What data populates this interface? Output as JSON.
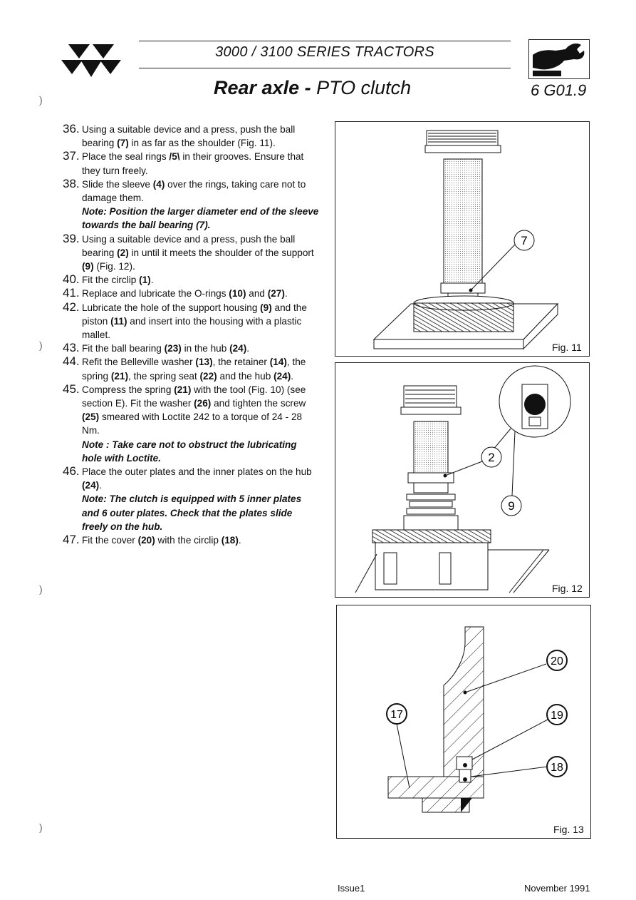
{
  "header": {
    "series": "3000 / 3100 SERIES  TRACTORS",
    "title_bold": "Rear axle - ",
    "title_rest": "PTO clutch",
    "code": "6 G01.9"
  },
  "steps": [
    {
      "num": "36.",
      "parts": [
        [
          "t",
          "Using a suitable device and a press, push the ball bearing "
        ],
        [
          "b",
          "(7)"
        ],
        [
          "t",
          " in as far as the shoulder (Fig. 11)."
        ]
      ]
    },
    {
      "num": "37.",
      "parts": [
        [
          "t",
          "Place the seal rings "
        ],
        [
          "b",
          "/5\\"
        ],
        [
          "t",
          " in their grooves. Ensure that they turn freely."
        ]
      ]
    },
    {
      "num": "38.",
      "parts": [
        [
          "t",
          "Slide the sleeve "
        ],
        [
          "b",
          "(4)"
        ],
        [
          "t",
          " over the rings, taking care not to damage them."
        ]
      ],
      "note": "Note: Position the larger diameter end of the sleeve towards the ball bearing (7)."
    },
    {
      "num": "39.",
      "parts": [
        [
          "t",
          "Using a suitable device and a press, push the ball bearing "
        ],
        [
          "b",
          "(2)"
        ],
        [
          "t",
          " in until it meets the shoulder of the support "
        ],
        [
          "b",
          "(9)"
        ],
        [
          "t",
          " (Fig. 12)."
        ]
      ]
    },
    {
      "num": "40.",
      "parts": [
        [
          "t",
          "Fit the circlip "
        ],
        [
          "b",
          "(1)"
        ],
        [
          "t",
          "."
        ]
      ]
    },
    {
      "num": "41.",
      "parts": [
        [
          "t",
          "Replace and lubricate the O-rings "
        ],
        [
          "b",
          "(10)"
        ],
        [
          "t",
          " and "
        ],
        [
          "b",
          "(27)"
        ],
        [
          "t",
          "."
        ]
      ]
    },
    {
      "num": "42.",
      "parts": [
        [
          "t",
          "Lubricate the hole of the support housing "
        ],
        [
          "b",
          "(9)"
        ],
        [
          "t",
          " and the piston "
        ],
        [
          "b",
          "(11)"
        ],
        [
          "t",
          " and insert into the housing with a plastic mallet."
        ]
      ]
    },
    {
      "num": "43.",
      "parts": [
        [
          "t",
          "Fit the ball bearing "
        ],
        [
          "b",
          "(23)"
        ],
        [
          "t",
          " in the hub "
        ],
        [
          "b",
          "(24)"
        ],
        [
          "t",
          "."
        ]
      ]
    },
    {
      "num": "44.",
      "parts": [
        [
          "t",
          "Refit the Belleville washer "
        ],
        [
          "b",
          "(13)"
        ],
        [
          "t",
          ", the retainer "
        ],
        [
          "b",
          "(14)"
        ],
        [
          "t",
          ", the spring "
        ],
        [
          "b",
          "(21)"
        ],
        [
          "t",
          ", the spring seat "
        ],
        [
          "b",
          "(22)"
        ],
        [
          "t",
          " and the hub "
        ],
        [
          "b",
          "(24)"
        ],
        [
          "t",
          "."
        ]
      ]
    },
    {
      "num": "45.",
      "parts": [
        [
          "t",
          "Compress the spring "
        ],
        [
          "b",
          "(21)"
        ],
        [
          "t",
          " with the tool (Fig. 10) (see section E). Fit the washer "
        ],
        [
          "b",
          "(26)"
        ],
        [
          "t",
          " and tighten the screw "
        ],
        [
          "b",
          "(25)"
        ],
        [
          "t",
          " smeared with Loctite 242 to a torque of 24 - 28 Nm."
        ]
      ],
      "note": "Note : Take care not to obstruct the lubricating hole with Loctite."
    },
    {
      "num": "46.",
      "parts": [
        [
          "t",
          "Place the outer plates and the inner plates on the hub "
        ],
        [
          "b",
          "(24)"
        ],
        [
          "t",
          "."
        ]
      ],
      "note": "Note: The clutch is equipped with 5 inner plates and 6 outer plates. Check that the plates slide freely on the hub."
    },
    {
      "num": "47.",
      "parts": [
        [
          "t",
          "Fit the cover "
        ],
        [
          "b",
          "(20)"
        ],
        [
          "t",
          " with the circlip "
        ],
        [
          "b",
          "(18)"
        ],
        [
          "t",
          "."
        ]
      ]
    }
  ],
  "figures": {
    "fig11": {
      "caption": "Fig. 11",
      "callouts": [
        "7"
      ]
    },
    "fig12": {
      "caption": "Fig. 12",
      "callouts": [
        "2",
        "9"
      ]
    },
    "fig13": {
      "caption": "Fig. 13",
      "callouts": [
        "20",
        "19",
        "18",
        "17"
      ]
    }
  },
  "footer": {
    "issue": "Issue1",
    "date": "November 1991"
  }
}
